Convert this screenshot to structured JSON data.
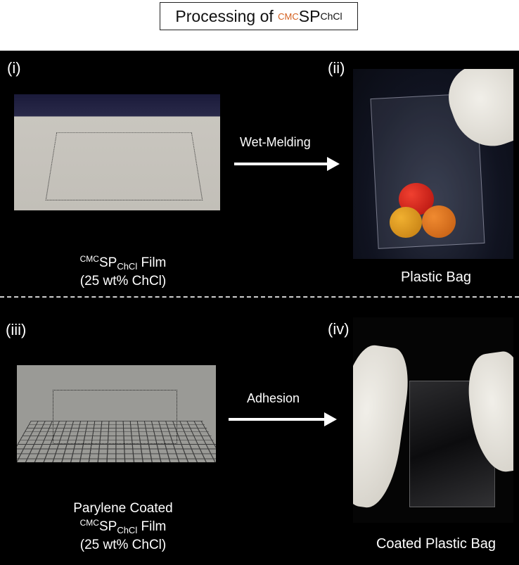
{
  "title": {
    "prefix": "Processing of ",
    "sup": "CMC",
    "main": "SP",
    "sub": "ChCl",
    "sup_color": "#d4601f"
  },
  "panels": [
    {
      "label": "(i)",
      "caption_lines": [
        {
          "sup": "CMC",
          "main": "SP",
          "sub": "ChCl",
          "suffix": " Film"
        },
        {
          "text": "(25 wt% ChCl)"
        }
      ],
      "image": "flat-film-photo"
    },
    {
      "label": "(ii)",
      "caption": "Plastic Bag",
      "image": "bag-with-tomatoes-photo"
    },
    {
      "label": "(iii)",
      "caption_lines": [
        {
          "text": "Parylene Coated"
        },
        {
          "sup": "CMC",
          "main": "SP",
          "sub": "ChCl",
          "suffix": " Film"
        },
        {
          "text": "(25 wt% ChCl)"
        }
      ],
      "image": "coated-film-on-grid-photo"
    },
    {
      "label": "(iv)",
      "caption": "Coated Plastic Bag",
      "image": "coated-bag-photo"
    }
  ],
  "arrows": [
    {
      "label": "Wet-Melding"
    },
    {
      "label": "Adhesion"
    }
  ],
  "colors": {
    "background": "#000000",
    "text": "#ffffff",
    "divider": "#cfcfcf",
    "accent": "#d4601f"
  }
}
